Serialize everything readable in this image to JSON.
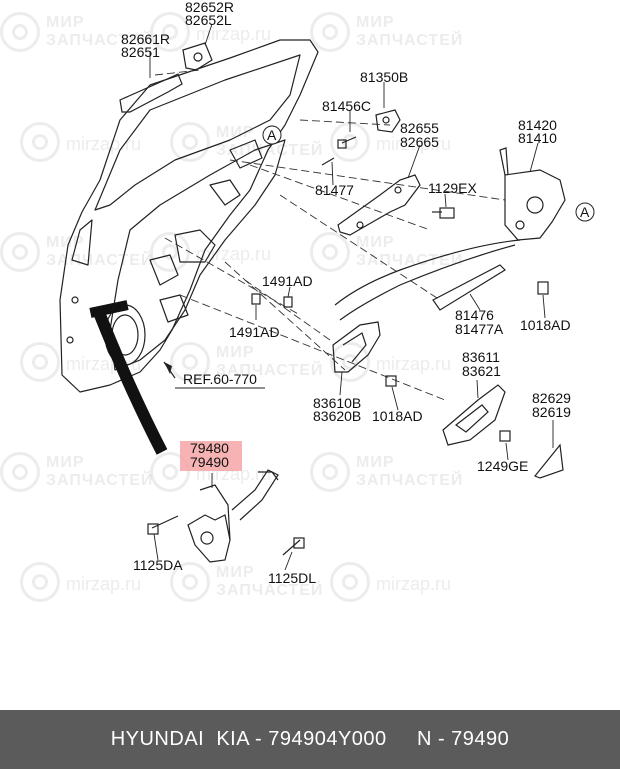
{
  "watermark": {
    "brand_line1": "МИР",
    "brand_line2": "ЗАПЧАСТЕЙ",
    "url": "mirzap.ru"
  },
  "parts": {
    "p82652": [
      "82652R",
      "82652L"
    ],
    "p82661": [
      "82661R",
      "82651"
    ],
    "p81350B": "81350B",
    "p81456C": "81456C",
    "p82655": [
      "82655",
      "82665"
    ],
    "p81420": [
      "81420",
      "81410"
    ],
    "p81477": "81477",
    "p1129EX": "1129EX",
    "p1491AD_a": "1491AD",
    "p1491AD_b": "1491AD",
    "p81476": [
      "81476",
      "81477A"
    ],
    "p1018AD_a": "1018AD",
    "ref": "REF.60-770",
    "p83610": [
      "83610B",
      "83620B"
    ],
    "p1018AD_b": "1018AD",
    "p83611": [
      "83611",
      "83621"
    ],
    "p82629": [
      "82629",
      "82619"
    ],
    "p79480": [
      "79480",
      "79490"
    ],
    "p1249GE": "1249GE",
    "p1125DA": "1125DA",
    "p1125DL": "1125DL",
    "callout_a1": "A",
    "callout_a2": "A"
  },
  "footer": {
    "text": "HYUNDAI  KIA - 794904Y000     N - 79490"
  }
}
